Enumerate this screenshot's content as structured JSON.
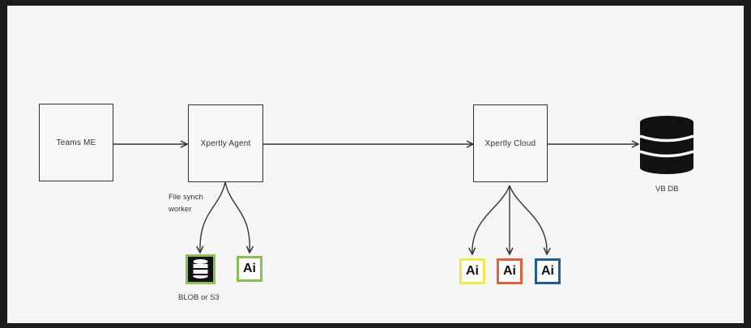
{
  "nodes": {
    "teams": "Teams ME",
    "agent": "Xpertly Agent",
    "cloud": "Xpertly Cloud",
    "vbdb": "VB DB",
    "blob": "BLOB or S3"
  },
  "edge_label": {
    "file_synch": "File synch\nworker"
  },
  "ai_icons": {
    "label": "Ai",
    "colors": {
      "agent_ai": "#8cc152",
      "yellow": "#f2e84c",
      "orange": "#e2603a",
      "blue": "#1f5f94"
    }
  },
  "colors": {
    "background": "#f6f6f6",
    "stroke": "#333333",
    "blob_border": "#8cc152"
  }
}
